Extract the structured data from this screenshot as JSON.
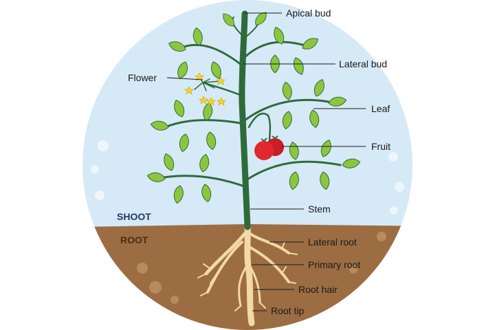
{
  "sections": {
    "shoot": "SHOOT",
    "root": "ROOT"
  },
  "labels": {
    "apical_bud": "Apical bud",
    "lateral_bud": "Lateral bud",
    "flower": "Flower",
    "leaf": "Leaf",
    "fruit": "Fruit",
    "stem": "Stem",
    "lateral_root": "Lateral root",
    "primary_root": "Primary root",
    "root_hair": "Root hair",
    "root_tip": "Root tip"
  },
  "colors": {
    "sky": "#d6e9f7",
    "soil": "#9c6d43",
    "stem": "#2e6b3a",
    "leaf": "#8cc63f",
    "root": "#f3d9a4",
    "fruit": "#e0282e",
    "flower": "#f6d626",
    "shoot_text": "#1f3a5a",
    "root_text": "#4a2b14"
  }
}
